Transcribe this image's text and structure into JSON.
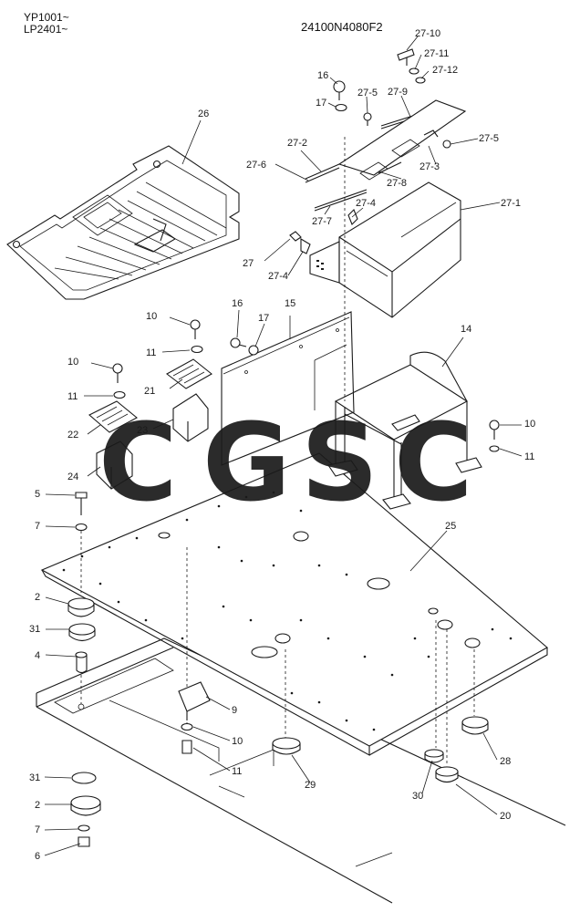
{
  "header": {
    "serial_line1": "YP1001~",
    "serial_line2": "LP2401~",
    "drawing_number": "24100N4080F2"
  },
  "watermark": {
    "letters": [
      "C",
      "G",
      "S",
      "C"
    ],
    "colors": [
      "#5b9cf5",
      "#ef7b6e",
      "#f6d66a",
      "#66c79a"
    ]
  },
  "callouts": {
    "p27_10": "27-10",
    "p27_11": "27-11",
    "p27_12": "27-12",
    "p16a": "16",
    "p17a": "17",
    "p27_5a": "27-5",
    "p27_9": "27-9",
    "p27_5b": "27-5",
    "p26": "26",
    "p27_2": "27-2",
    "p27_6": "27-6",
    "p27_3": "27-3",
    "p27_8": "27-8",
    "p27_1": "27-1",
    "p27_4a": "27-4",
    "p27_7": "27-7",
    "p27": "27",
    "p27_4b": "27-4",
    "p16b": "16",
    "p15": "15",
    "p10a": "10",
    "p17b": "17",
    "p14": "14",
    "p11a": "11",
    "p10b": "10",
    "p21": "21",
    "p11b": "11",
    "p22": "22",
    "p23": "23",
    "p10c": "10",
    "p11c": "11",
    "p24": "24",
    "p5": "5",
    "p7a": "7",
    "p25": "25",
    "p2a": "2",
    "p31a": "31",
    "p4": "4",
    "p9": "9",
    "p10d": "10",
    "p28": "28",
    "p11d": "11",
    "p29": "29",
    "p31b": "31",
    "p30": "30",
    "p20": "20",
    "p2b": "2",
    "p7b": "7",
    "p6": "6"
  }
}
